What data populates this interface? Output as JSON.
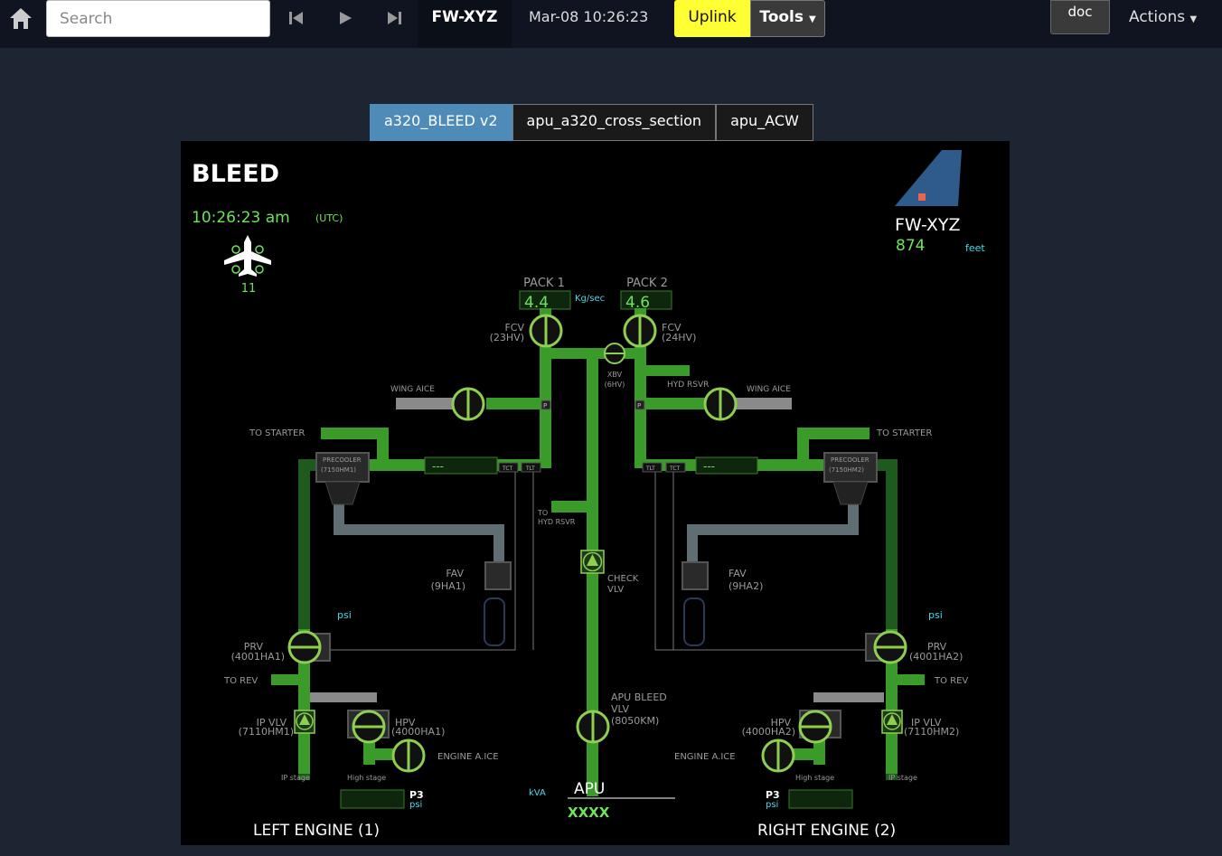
{
  "topbar": {
    "search_placeholder": "Search",
    "tail": "FW-XYZ",
    "datetime": "Mar-08 10:26:23",
    "uplink_label": "Uplink",
    "tools_label": "Tools",
    "doc_label": "doc",
    "actions_label": "Actions"
  },
  "tabs": [
    {
      "label": "a320_BLEED v2"
    },
    {
      "label": "apu_a320_cross_section"
    },
    {
      "label": "apu_ACW"
    }
  ],
  "bleed": {
    "title": "BLEED",
    "time": "10:26:23 am",
    "tz": "(UTC)",
    "aircraft_count": "11",
    "tail": "FW-XYZ",
    "altitude": "874",
    "altitude_unit": "feet",
    "pack1_label": "PACK 1",
    "pack2_label": "PACK 2",
    "pack1_value": "4.4",
    "pack2_value": "4.6",
    "flow_unit": "Kg/sec",
    "fcv1_label": "FCV",
    "fcv1_id": "(23HV)",
    "fcv2_label": "FCV",
    "fcv2_id": "(24HV)",
    "xbv_label": "XBV",
    "xbv_id": "(6HV)",
    "hyd_rsvr_label": "HYD RSVR",
    "to_label": "TO",
    "to_hyd_rsvr_label": "HYD RSVR",
    "wing_aice_left": "WING AICE",
    "wing_aice_right": "WING AICE",
    "p_left": "P",
    "p_right": "P",
    "to_starter_left": "TO STARTER",
    "to_starter_right": "TO STARTER",
    "precooler_left": "PRECOOLER",
    "precooler_left_id": "(7150HM1)",
    "precooler_right": "PRECOOLER",
    "precooler_right_id": "(7150HM2)",
    "dashes_left": "---",
    "dashes_right": "---",
    "tct": "TCT",
    "tlt": "TLT",
    "fav_left": "FAV",
    "fav_left_id": "(9HA1)",
    "fav_right": "FAV",
    "fav_right_id": "(9HA2)",
    "check_vlv": "CHECK",
    "check_vlv2": "VLV",
    "psi_left": "psi",
    "psi_right": "psi",
    "prv_left": "PRV",
    "prv_left_id": "(4001HA1)",
    "prv_right": "PRV",
    "prv_right_id": "(4001HA2)",
    "to_rev_left": "TO REV",
    "to_rev_right": "TO REV",
    "apu_bleed_vlv": "APU BLEED",
    "apu_bleed_vlv2": "VLV",
    "apu_bleed_id": "(8050KM)",
    "ipvlv_left": "IP VLV",
    "ipvlv_left_id": "(7110HM1)",
    "ipvlv_right": "IP VLV",
    "ipvlv_right_id": "(7110HM2)",
    "hpv_left": "HPV",
    "hpv_left_id": "(4000HA1)",
    "hpv_right": "HPV",
    "hpv_right_id": "(4000HA2)",
    "engine_aice_left": "ENGINE A.ICE",
    "engine_aice_right": "ENGINE A.ICE",
    "ip_stage_left": "IP stage",
    "hp_stage_left": "High stage",
    "ip_stage_right": "IP stage",
    "hp_stage_right": "High stage",
    "p3_left": "P3",
    "p3_left_unit": "psi",
    "p3_right": "P3",
    "p3_right_unit": "psi",
    "kva": "kVA",
    "apu": "APU",
    "apu_value": "XXXX",
    "left_engine": "LEFT ENGINE (1)",
    "right_engine": "RIGHT ENGINE (2)"
  },
  "colors": {
    "pipe_green": "#3a9a2a",
    "valve_green": "#8fcf4f",
    "text_green": "#6fe35a",
    "label_gray": "#9a9a9a",
    "cyan": "#4ad9e8",
    "active_tab": "#4f8bb8",
    "uplink": "#ffff33"
  }
}
